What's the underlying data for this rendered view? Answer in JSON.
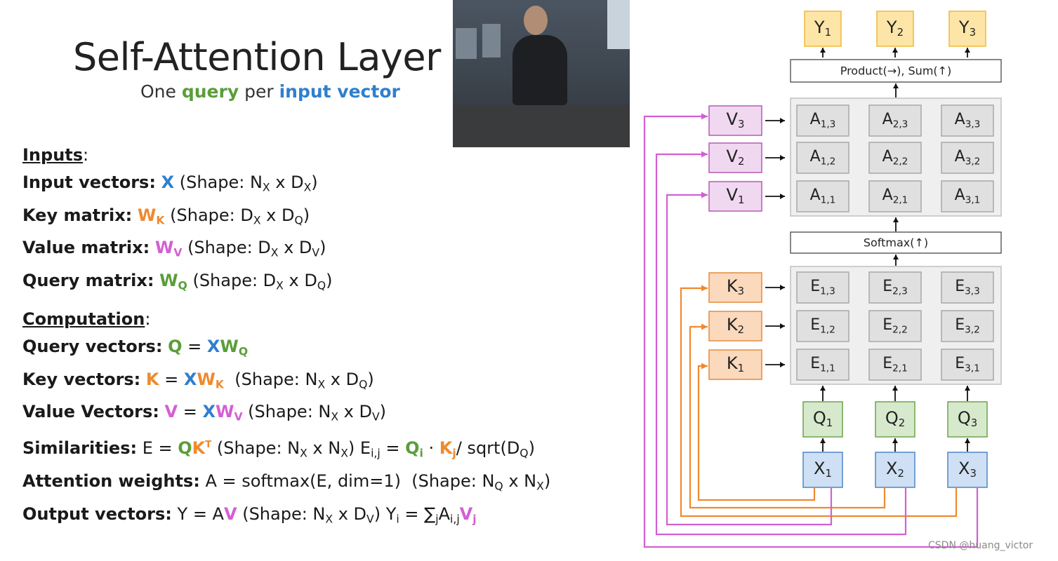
{
  "title": "Self-Attention Layer",
  "subtitle": {
    "one": "One",
    "query": "query",
    "per": "per",
    "input_vector": "input vector"
  },
  "inputs": {
    "heading": "Inputs",
    "colon": ":",
    "lines": [
      {
        "label": "Input vectors:",
        "sym": "X",
        "shape_pre": "(Shape: N",
        "s1": "X",
        "mid": " x D",
        "s2": "X",
        "post": ")"
      },
      {
        "label": "Key matrix:",
        "sym": "W",
        "sym_sub": "K",
        "shape_pre": "(Shape: D",
        "s1": "X",
        "mid": " x D",
        "s2": "Q",
        "post": ")"
      },
      {
        "label": "Value matrix:",
        "sym": "W",
        "sym_sub": "V",
        "shape_pre": "(Shape: D",
        "s1": "X",
        "mid": " x D",
        "s2": "V",
        "post": ")"
      },
      {
        "label": "Query matrix:",
        "sym": "W",
        "sym_sub": "Q",
        "shape_pre": "(Shape: D",
        "s1": "X",
        "mid": " x D",
        "s2": "Q",
        "post": ")"
      }
    ]
  },
  "computation": {
    "heading": "Computation",
    "colon": ":",
    "query_vectors": {
      "label": "Query vectors:",
      "lhs": "Q",
      "eq": " = ",
      "x": "X",
      "w": "W",
      "w_sub": "Q"
    },
    "key_vectors": {
      "label": "Key vectors:",
      "lhs": "K",
      "eq": " = ",
      "x": "X",
      "w": "W",
      "w_sub": "K",
      "shape_pre": "(Shape: N",
      "s1": "X",
      "mid": " x D",
      "s2": "Q",
      "post": ")"
    },
    "value_vectors": {
      "label": "Value Vectors:",
      "lhs": "V",
      "eq": " = ",
      "x": "X",
      "w": "W",
      "w_sub": "V",
      "shape_pre": "(Shape: N",
      "s1": "X",
      "mid": " x D",
      "s2": "V",
      "post": ")"
    },
    "similarities": {
      "label": "Similarities:",
      "e_eq": "E = ",
      "q": "Q",
      "k": "K",
      "t": "T",
      "shape_pre": "(Shape: N",
      "s1": "X",
      "mid": " x N",
      "s2": "X",
      "post": ")",
      "eij_e": "E",
      "eij_sub": "i,j",
      "eij_eq": " = ",
      "qi": "Q",
      "qi_sub": "i",
      "dot": " · ",
      "kj": "K",
      "kj_sub": "j",
      "div": "/ sqrt(D",
      "div_sub": "Q",
      "div_post": ")"
    },
    "attention": {
      "label": "Attention weights:",
      "expr": "A = softmax(E, dim=1)",
      "shape_pre": "(Shape: N",
      "s1": "Q",
      "mid": " x N",
      "s2": "X",
      "post": ")"
    },
    "output": {
      "label": "Output vectors:",
      "expr_pre": "Y = A",
      "v": "V",
      "shape_pre": "(Shape: N",
      "s1": "X",
      "mid": " x D",
      "s2": "V",
      "post": ")",
      "yi": "Y",
      "yi_sub": "i",
      "sum_eq": " = ∑",
      "sum_sub": "j",
      "a": "A",
      "a_sub": "i,j",
      "vj": "V",
      "vj_sub": "j"
    }
  },
  "diagram": {
    "outputs": [
      {
        "base": "Y",
        "sub": "1"
      },
      {
        "base": "Y",
        "sub": "2"
      },
      {
        "base": "Y",
        "sub": "3"
      }
    ],
    "product_label": "Product(→),   Sum(↑)",
    "softmax_label": "Softmax(↑)",
    "values": [
      {
        "base": "V",
        "sub": "3"
      },
      {
        "base": "V",
        "sub": "2"
      },
      {
        "base": "V",
        "sub": "1"
      }
    ],
    "keys": [
      {
        "base": "K",
        "sub": "3"
      },
      {
        "base": "K",
        "sub": "2"
      },
      {
        "base": "K",
        "sub": "1"
      }
    ],
    "queries": [
      {
        "base": "Q",
        "sub": "1"
      },
      {
        "base": "Q",
        "sub": "2"
      },
      {
        "base": "Q",
        "sub": "3"
      }
    ],
    "inputs": [
      {
        "base": "X",
        "sub": "1"
      },
      {
        "base": "X",
        "sub": "2"
      },
      {
        "base": "X",
        "sub": "3"
      }
    ],
    "a_grid": [
      [
        {
          "base": "A",
          "sub": "1,3"
        },
        {
          "base": "A",
          "sub": "2,3"
        },
        {
          "base": "A",
          "sub": "3,3"
        }
      ],
      [
        {
          "base": "A",
          "sub": "1,2"
        },
        {
          "base": "A",
          "sub": "2,2"
        },
        {
          "base": "A",
          "sub": "3,2"
        }
      ],
      [
        {
          "base": "A",
          "sub": "1,1"
        },
        {
          "base": "A",
          "sub": "2,1"
        },
        {
          "base": "A",
          "sub": "3,1"
        }
      ]
    ],
    "e_grid": [
      [
        {
          "base": "E",
          "sub": "1,3"
        },
        {
          "base": "E",
          "sub": "2,3"
        },
        {
          "base": "E",
          "sub": "3,3"
        }
      ],
      [
        {
          "base": "E",
          "sub": "1,2"
        },
        {
          "base": "E",
          "sub": "2,2"
        },
        {
          "base": "E",
          "sub": "3,2"
        }
      ],
      [
        {
          "base": "E",
          "sub": "1,1"
        },
        {
          "base": "E",
          "sub": "2,1"
        },
        {
          "base": "E",
          "sub": "3,1"
        }
      ]
    ]
  },
  "colors": {
    "green": "#5a9e3a",
    "blue": "#2f7fce",
    "orange": "#ef8a2e",
    "purple": "#d35fd3",
    "y_fill": "#fce5a6",
    "y_stroke": "#f0b83a",
    "v_fill": "#f1d8f1",
    "v_stroke": "#b55ab5",
    "k_fill": "#fbd9bd",
    "k_stroke": "#e88a3a",
    "q_fill": "#d6e9cc",
    "q_stroke": "#6da34a",
    "x_fill": "#cfe0f5",
    "x_stroke": "#4f86c6",
    "panel_fill": "#efefef",
    "panel_stroke": "#bdbdbd",
    "cell_fill": "#e0e0e0"
  },
  "watermark": "CSDN @huang_victor"
}
